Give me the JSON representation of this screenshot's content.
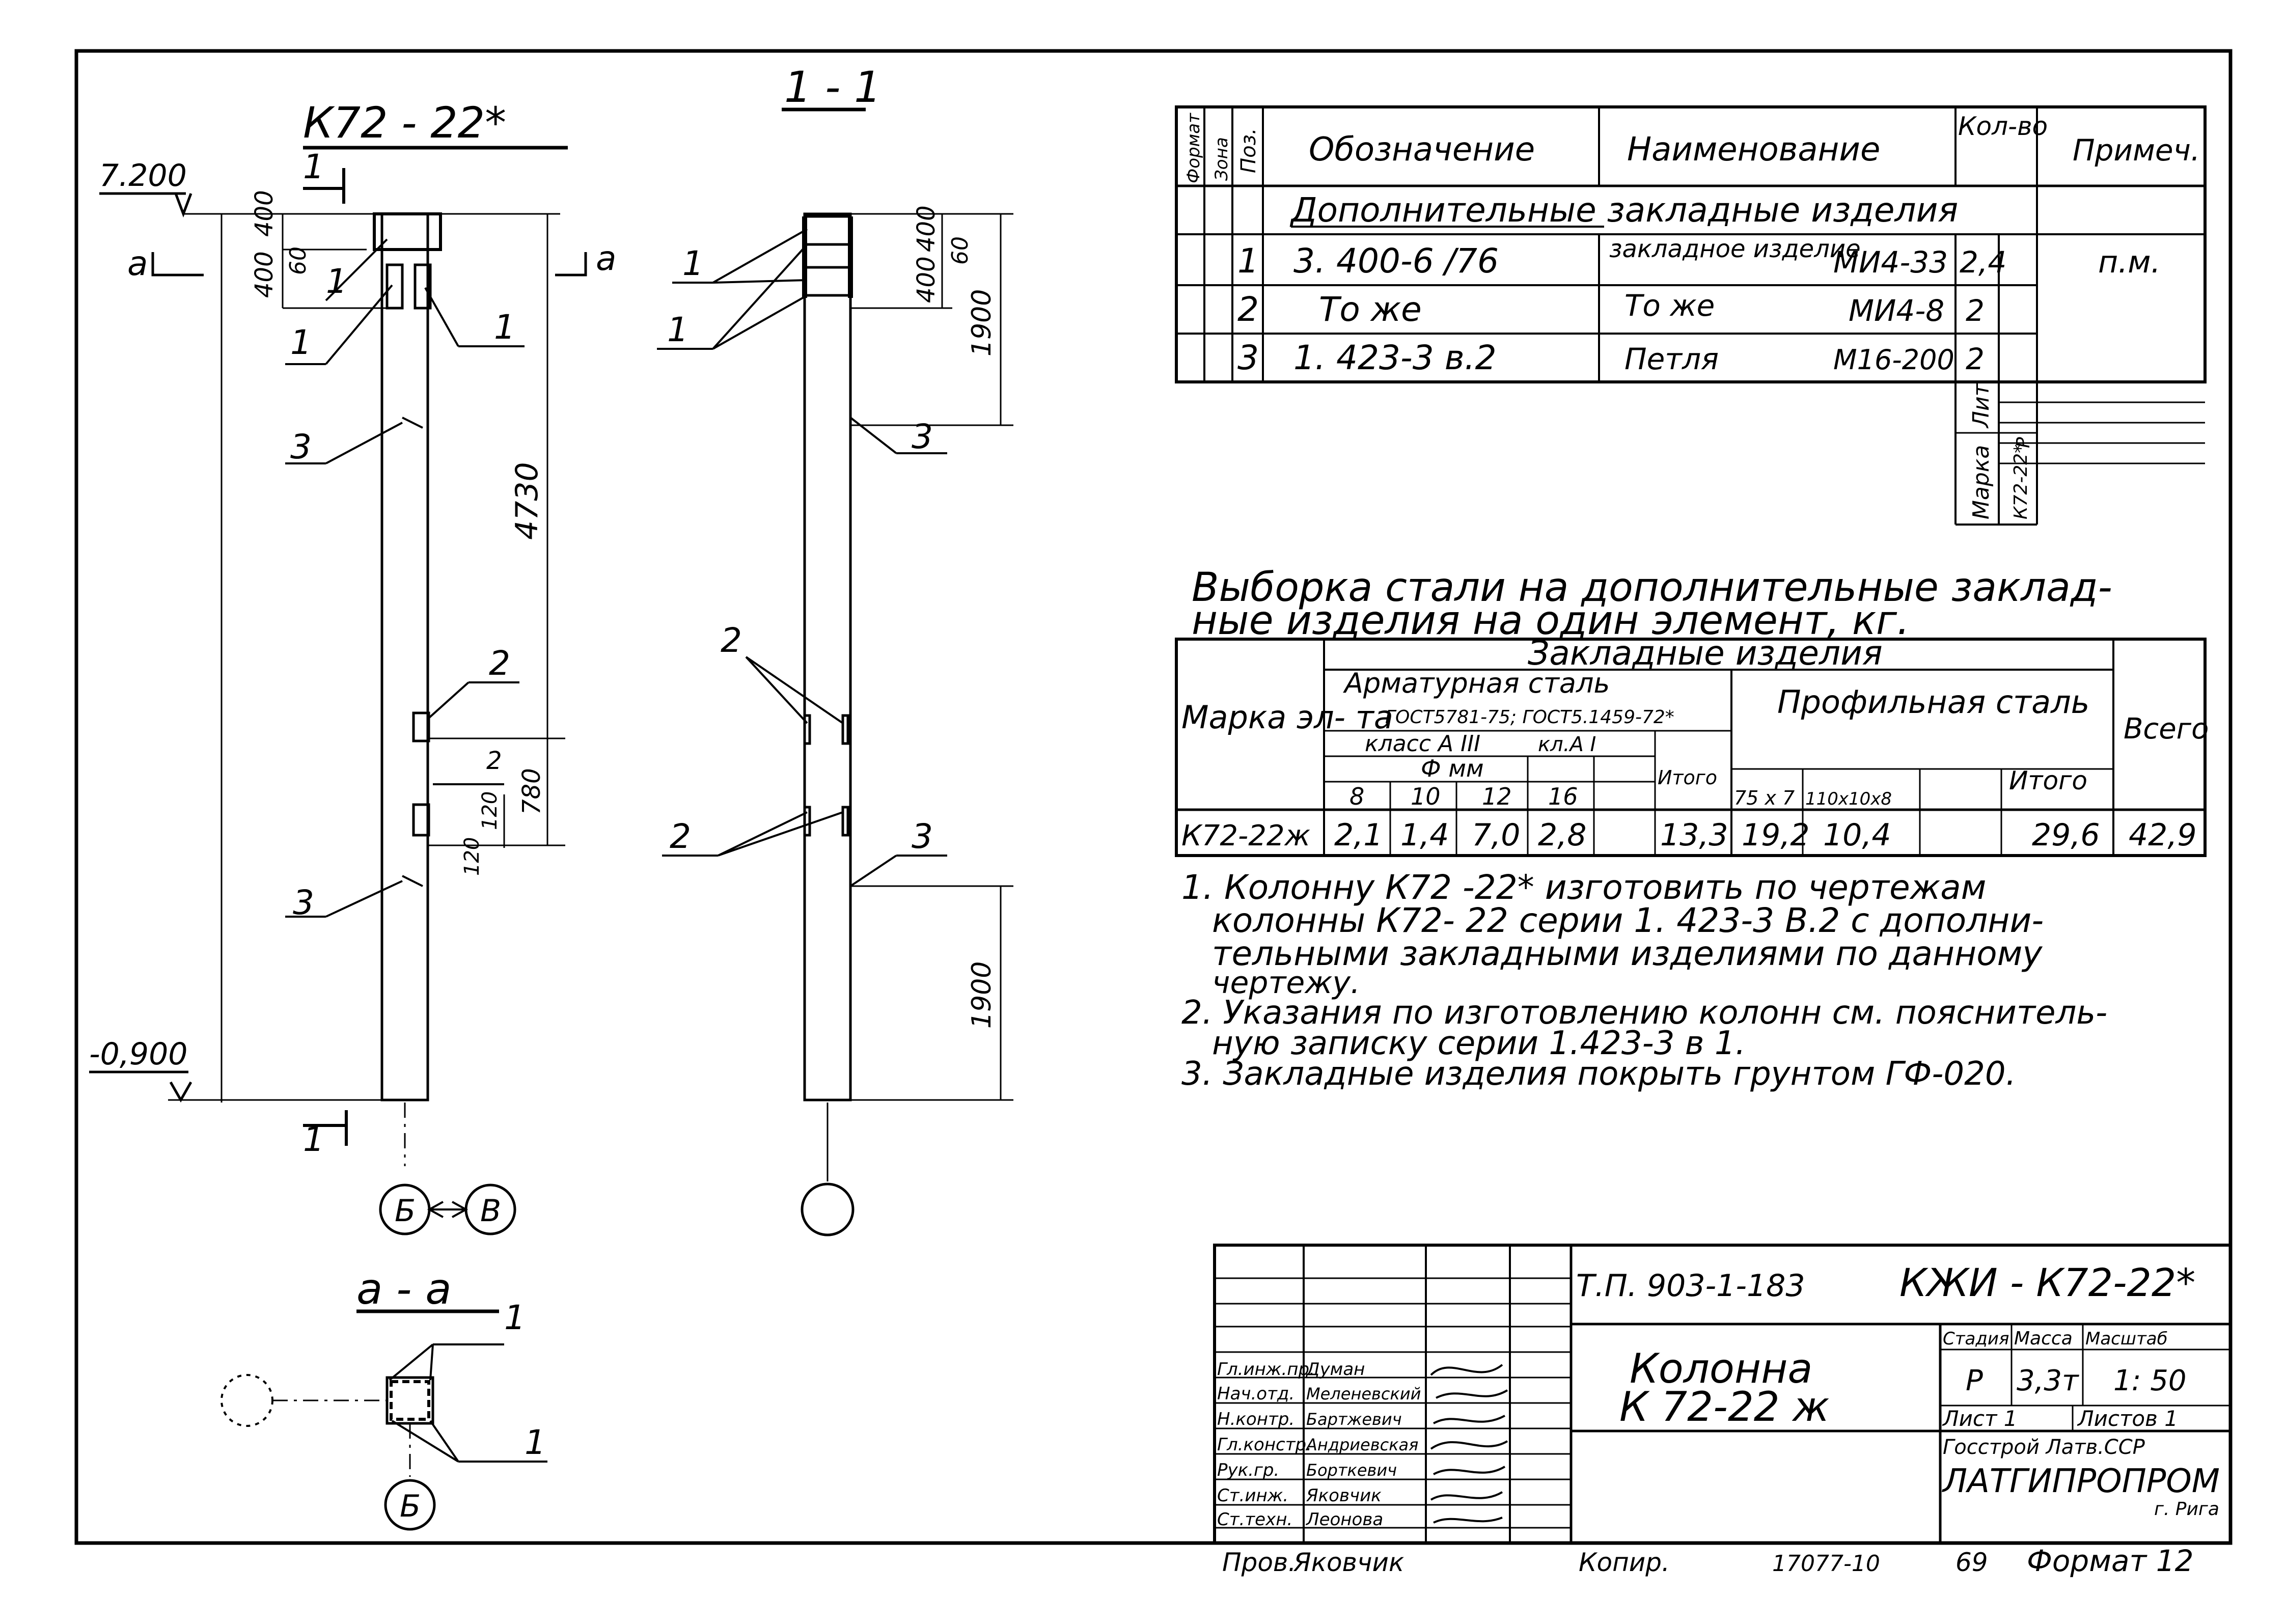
{
  "drawing": {
    "title_main": "К72 - 22*",
    "section_11": "1 - 1",
    "section_aa": "а - а",
    "mark_1": "1",
    "mark_a": "а",
    "level_top": "7.200",
    "level_bottom": "-0,900",
    "dim_400a": "400",
    "dim_400b": "400",
    "dim_60": "60",
    "dim_4730": "4730",
    "dim_780": "780",
    "dim_120a": "120",
    "dim_120b": "120",
    "dim_1900a": "1900",
    "dim_1900b": "1900",
    "dim_s_400a": "400",
    "dim_s_400b": "400",
    "dim_s_60": "60",
    "pos_1": "1",
    "pos_2": "2",
    "pos_3": "3",
    "axis_b": "Б",
    "axis_v": "В"
  },
  "spec_table": {
    "headers": {
      "format": "Формат",
      "zone": "Зона",
      "pos": "Поз.",
      "designation": "Обозначение",
      "name": "Наименование",
      "qty": "Кол-во",
      "note": "Примеч."
    },
    "section_title": "Дополнительные закладные изделия",
    "rows": [
      {
        "pos": "1",
        "designation": "3. 400-6 /76",
        "name": "закладное изделие",
        "mark": "МИ4-33",
        "qty": "2,4",
        "note": "п.м."
      },
      {
        "pos": "2",
        "designation": "То же",
        "name": "То же",
        "mark": "МИ4-8",
        "qty": "2",
        "note": ""
      },
      {
        "pos": "3",
        "designation": "1. 423-3 в.2",
        "name": "Петля",
        "mark": "М16-200",
        "qty": "2",
        "note": ""
      }
    ],
    "marka_label": "Марка",
    "list_label": "Лит",
    "marka_value": "К72-22*",
    "list_value": "Р"
  },
  "steel": {
    "title_line1": "Выборка стали на дополнительные заклад-",
    "title_line2": "ные изделия на один элемент, кг.",
    "h_marka": "Марка эл- та",
    "h_zakl": "Закладные изделия",
    "h_armat": "Арматурная сталь",
    "h_gost": "ГОСТ5781-75; ГОСТ5.1459-72*",
    "h_klass": "класс А III",
    "h_kl": "кл.А I",
    "h_phi": "Ф мм",
    "h_itogo": "Итого",
    "h_profil": "Профильная сталь",
    "h_vsego": "Всего",
    "diameters": [
      "8",
      "10",
      "12",
      "16"
    ],
    "profiles": [
      "75 x 7",
      "110x10x8"
    ],
    "row": {
      "marka": "К72-22ж",
      "values": [
        "2,1",
        "1,4",
        "7,0",
        "2,8"
      ],
      "itogo_a": "13,3",
      "prof_values": [
        "19,2",
        "10,4",
        ""
      ],
      "itogo_p": "29,6",
      "vsego": "42,9"
    }
  },
  "notes": [
    "1. Колонну К72 -22* изготовить по чертежам",
    "колонны К72- 22 серии 1. 423-3 В.2 с дополни-",
    "тельными закладными изделиями по данному",
    "чертежу.",
    "2. Указания по изготовлению колонн см. пояснитель-",
    "ную записку серии 1.423-3 в 1.",
    "3. Закладные изделия покрыть грунтом ГФ-020."
  ],
  "title_block": {
    "project": "Т.П. 903-1-183",
    "code": "КЖИ - К72-22*",
    "name_line1": "Колонна",
    "name_line2": "К 72-22 ж",
    "stage_h": "Стадия",
    "mass_h": "Масса",
    "scale_h": "Масштаб",
    "stage": "Р",
    "mass": "3,3т",
    "scale": "1: 50",
    "sheet": "Лист 1",
    "sheets": "Листов 1",
    "org1": "Госстрой Латв.ССР",
    "org2": "ЛАТГИПРОПРОМ",
    "city": "г. Рига",
    "roles": [
      "Гл.инж.пр.",
      "Нач.отд.",
      "Н.контр.",
      "Гл.констр.",
      "Рук.гр.",
      "Ст.инж.",
      "Ст.техн."
    ],
    "people": [
      "Думан",
      "Меленевский",
      "Бартжевич",
      "Андриевская",
      "Борткевич",
      "Яковчик",
      "Леонова"
    ],
    "checked_role": "Пров.",
    "checked_name": "Яковчик",
    "copy": "Копир.",
    "copy_no": "17077-10",
    "sheet_no": "69",
    "format": "Формат 12"
  }
}
